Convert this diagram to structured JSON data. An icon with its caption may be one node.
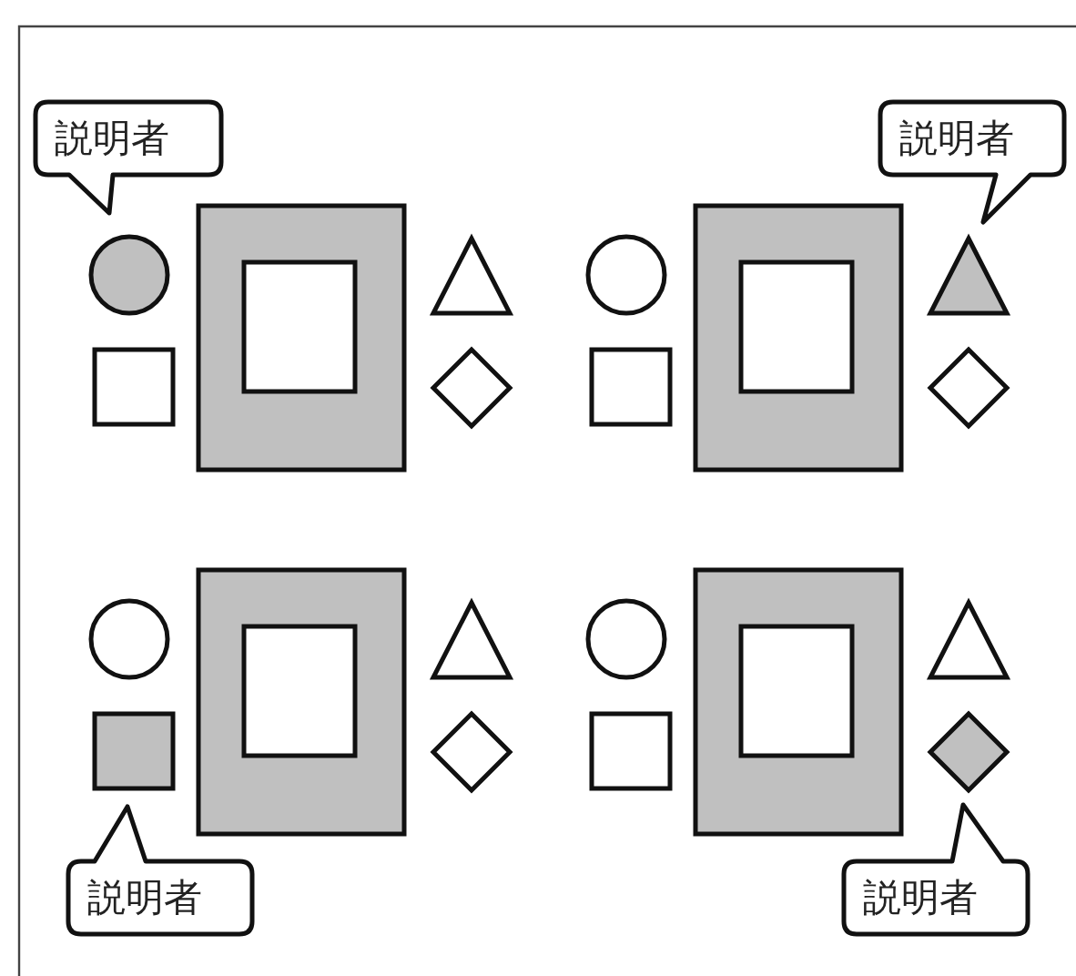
{
  "diagram": {
    "nodes": [
      {
        "text": [
          "説明者"
        ]
      },
      {
        "text": [
          "説明者"
        ]
      },
      {
        "text": [
          "説明者"
        ]
      },
      {
        "text": [
          "説明者"
        ]
      }
    ]
  }
}
